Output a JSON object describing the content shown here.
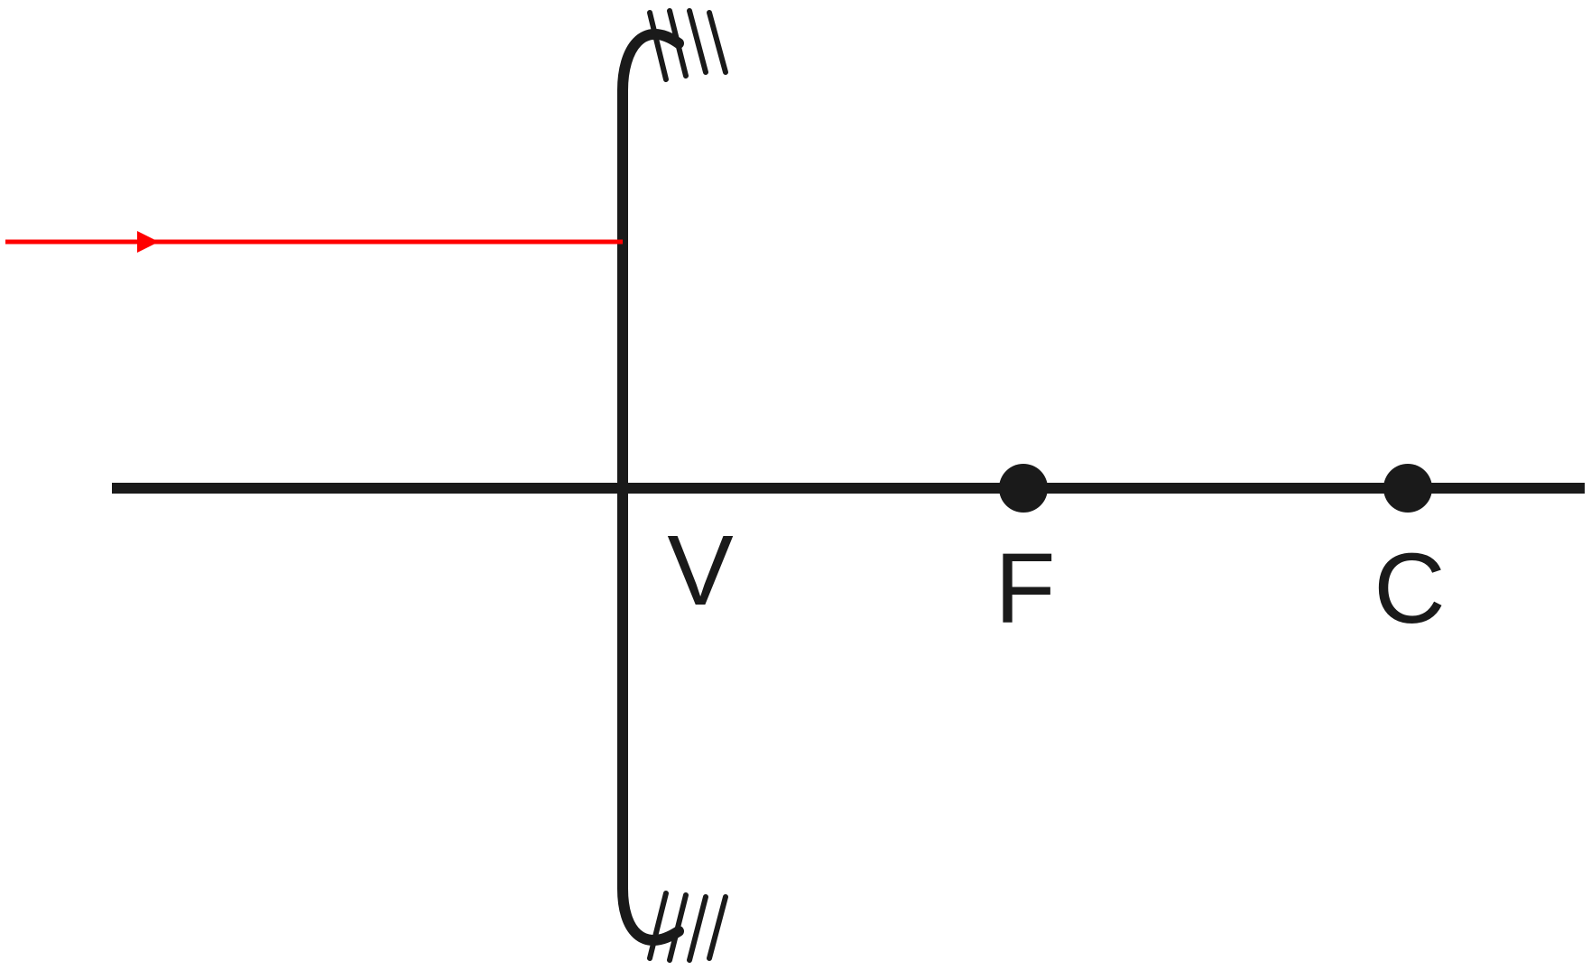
{
  "diagram": {
    "colors": {
      "line": "#1a1a1a",
      "ray": "#ff0000",
      "background": "#ffffff"
    },
    "labels": {
      "vertex": "V",
      "focus": "F",
      "center": "C"
    }
  }
}
